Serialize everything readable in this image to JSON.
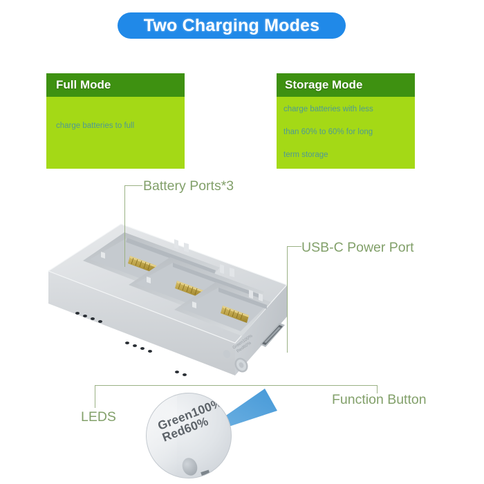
{
  "header": {
    "title": "Two Charging Modes",
    "pill_color": "#2089e8",
    "title_color": "#ffffff"
  },
  "modes": {
    "head_color": "#3e9111",
    "body_color": "#a4d916",
    "body_text_color": "#4f9a93",
    "cards": [
      {
        "title": "Full Mode",
        "lines": [
          "charge batteries to full"
        ]
      },
      {
        "title": "Storage Mode",
        "lines": [
          "charge batteries with less",
          "than 60% to 60% for long",
          "term storage"
        ]
      }
    ]
  },
  "callouts": {
    "label_color": "#82a06a",
    "line_color": "#9ab184",
    "battery_ports": "Battery Ports*3",
    "usb_c": "USB-C Power Port",
    "leds": "LEDS",
    "function_button": "Function Button"
  },
  "magnifier": {
    "line1": "Green100%",
    "line2": "Red60%",
    "cone_color": "#4f9fd8"
  },
  "device": {
    "name": "three-bay-battery-charger",
    "body_color": "#d9dcdf",
    "bay_count": 3,
    "contact_pin_color": "#c8a83a",
    "led_rows": 2,
    "leds_per_row": 4,
    "printed_label": "Green100% Red60%"
  }
}
